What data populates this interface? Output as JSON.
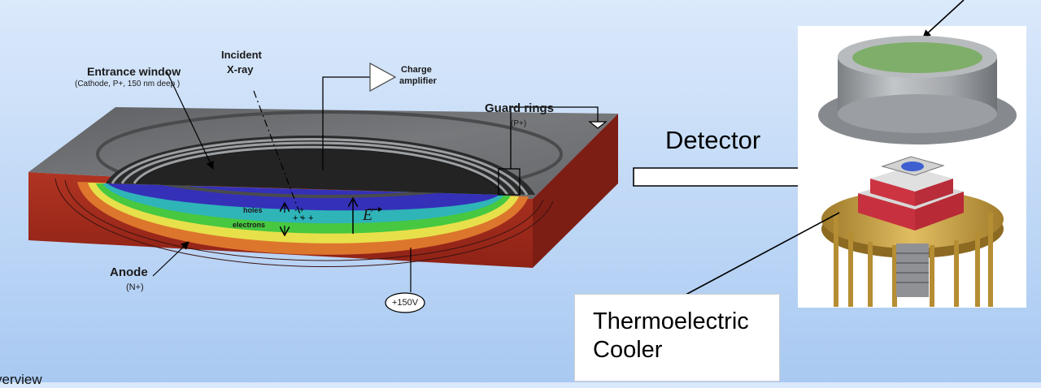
{
  "diagram": {
    "labels": {
      "entrance_window": "Entrance window",
      "entrance_window_sub": "(Cathode, P+, 150 nm deep )",
      "incident_line1": "Incident",
      "incident_line2": "X-ray",
      "charge_line1": "Charge",
      "charge_line2": "amplifier",
      "guard_rings": "Guard rings",
      "guard_rings_sub": "(P+)",
      "holes": "holes",
      "electrons": "electrons",
      "field": "E",
      "anode": "Anode",
      "anode_sub": "(N+)",
      "voltage": "+150V"
    },
    "detector_label": "Detector",
    "thermoelectric_label": "Thermoelectric Cooler",
    "overview_label": "verview"
  },
  "colors": {
    "background_top": "#dbe9fb",
    "background_bottom": "#a9c9f2",
    "wafer_top": "#6b6d70",
    "wafer_side": "#a8281c",
    "active_area": "#262626",
    "field_blue": "#3530b8",
    "field_green": "#47c840",
    "field_yellow": "#e7e04a",
    "field_orange": "#e07a2e",
    "housing_grey": "#9b9ea2",
    "window_green": "#7fae6a",
    "stage_gold": "#c9a247"
  }
}
